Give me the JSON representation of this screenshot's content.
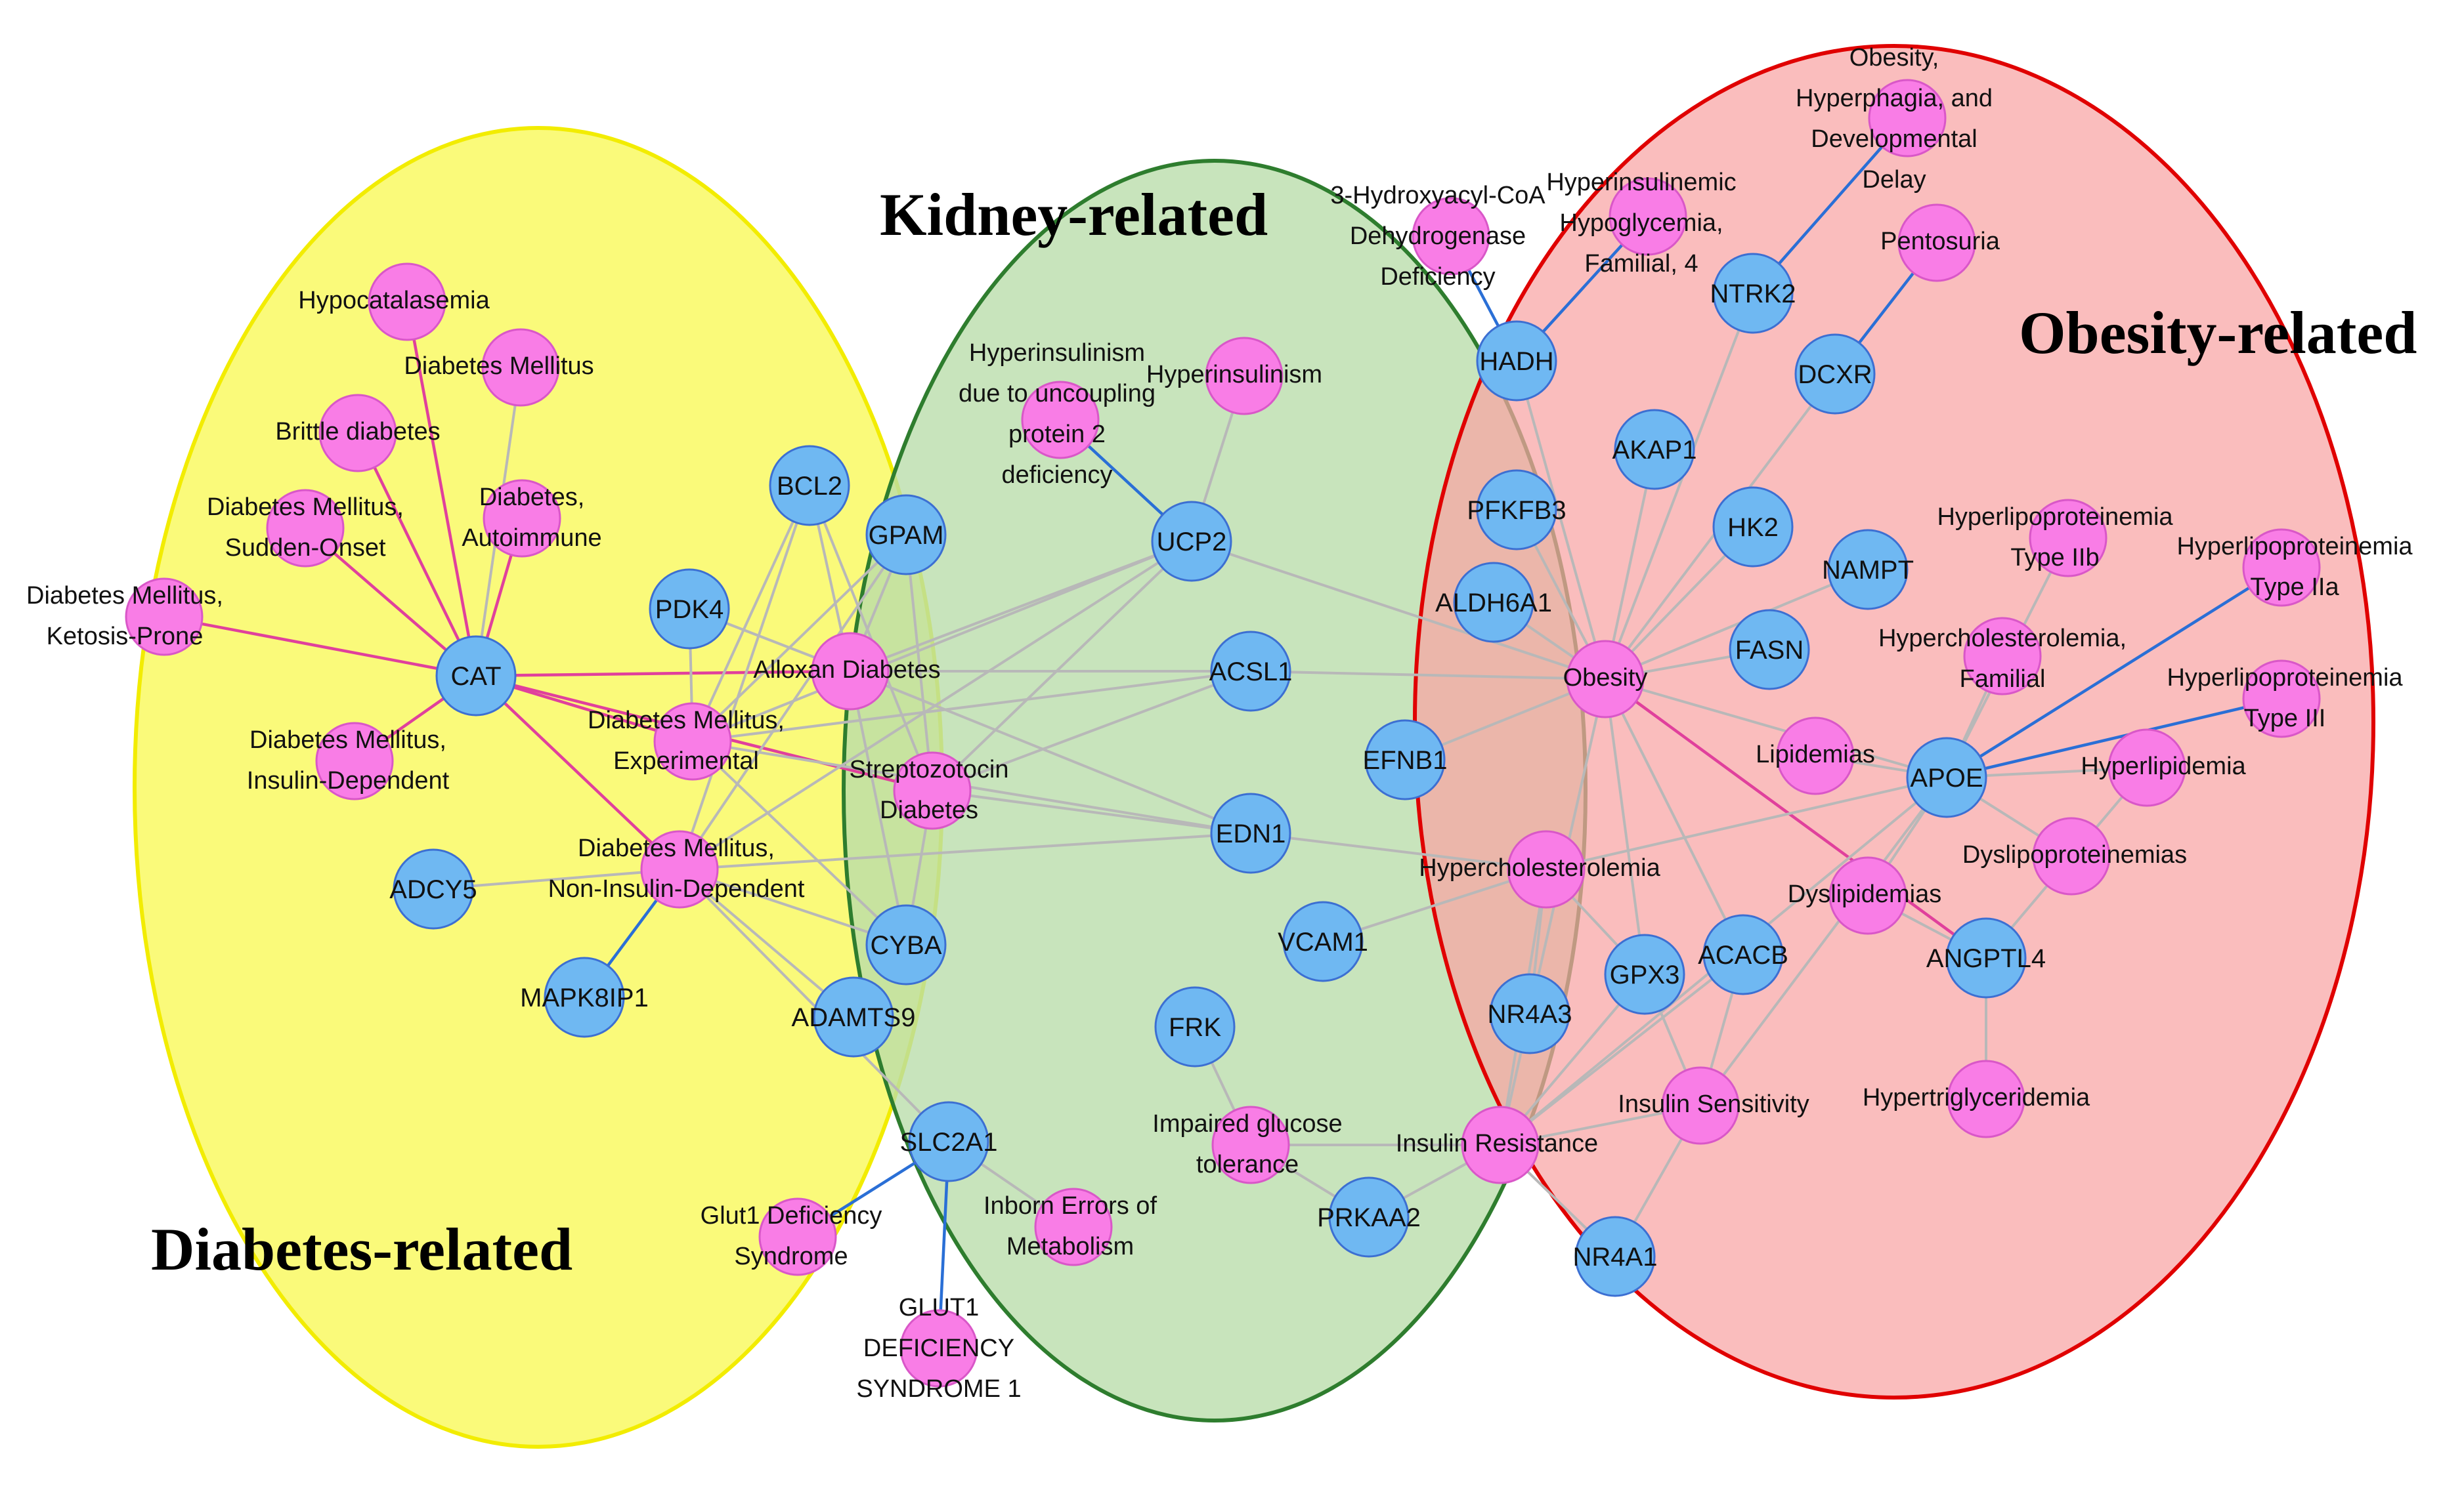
{
  "regions": [
    {
      "id": "diabetes",
      "label": "Diabetes-related",
      "fill": "#fafa7a",
      "stroke": "#f2ec00"
    },
    {
      "id": "kidney",
      "label": "Kidney-related",
      "fill": "#b9dca9",
      "stroke": "#2e7d2e"
    },
    {
      "id": "obesity",
      "label": "Obesity-related",
      "fill": "#f8a3a3",
      "stroke": "#e00000"
    }
  ],
  "colors": {
    "disease_node": "#f97de6",
    "disease_node_stroke": "#d957c8",
    "gene_node": "#6fb8f2",
    "gene_node_stroke": "#3c6fd2",
    "edge_default": "#b8b8b8",
    "edge_pink": "#e0409c",
    "edge_blue": "#2a6fd6"
  },
  "nodes": [
    {
      "id": "hypocat",
      "type": "disease",
      "lines": [
        "Hypocatalasemia"
      ]
    },
    {
      "id": "dm",
      "type": "disease",
      "lines": [
        "Diabetes Mellitus"
      ]
    },
    {
      "id": "brittle",
      "type": "disease",
      "lines": [
        "Brittle diabetes"
      ]
    },
    {
      "id": "dmsudden",
      "type": "disease",
      "lines": [
        "Diabetes Mellitus,",
        "Sudden-Onset"
      ]
    },
    {
      "id": "dauto",
      "type": "disease",
      "lines": [
        "Diabetes,",
        "Autoimmune"
      ]
    },
    {
      "id": "dmketo",
      "type": "disease",
      "lines": [
        "Diabetes Mellitus,",
        "Ketosis-Prone"
      ]
    },
    {
      "id": "dmid",
      "type": "disease",
      "lines": [
        "Diabetes Mellitus,",
        "Insulin-Dependent"
      ]
    },
    {
      "id": "dmexp",
      "type": "disease",
      "lines": [
        "Diabetes Mellitus,",
        "Experimental"
      ]
    },
    {
      "id": "dmnid",
      "type": "disease",
      "lines": [
        "Diabetes Mellitus,",
        "Non-Insulin-Dependent"
      ]
    },
    {
      "id": "alloxan",
      "type": "disease",
      "lines": [
        "Alloxan Diabetes"
      ]
    },
    {
      "id": "strep",
      "type": "disease",
      "lines": [
        "Streptozotocin",
        "Diabetes"
      ]
    },
    {
      "id": "hyperucp",
      "type": "disease",
      "lines": [
        "Hyperinsulinism",
        "due to uncoupling",
        "protein 2",
        "deficiency"
      ]
    },
    {
      "id": "hyperins",
      "type": "disease",
      "lines": [
        "Hyperinsulinism"
      ]
    },
    {
      "id": "glut1def",
      "type": "disease",
      "lines": [
        "Glut1 Deficiency",
        "Syndrome"
      ]
    },
    {
      "id": "glut1ds1",
      "type": "disease",
      "lines": [
        "GLUT1",
        "DEFICIENCY",
        "SYNDROME 1"
      ]
    },
    {
      "id": "inborn",
      "type": "disease",
      "lines": [
        "Inborn Errors of",
        "Metabolism"
      ]
    },
    {
      "id": "igt",
      "type": "disease",
      "lines": [
        "Impaired glucose",
        "tolerance"
      ]
    },
    {
      "id": "hadhdef",
      "type": "disease",
      "lines": [
        "3-Hydroxyacyl-CoA",
        "Dehydrogenase",
        "Deficiency"
      ]
    },
    {
      "id": "hhf4",
      "type": "disease",
      "lines": [
        "Hyperinsulinemic",
        "Hypoglycemia,",
        "Familial, 4"
      ]
    },
    {
      "id": "ohdd",
      "type": "disease",
      "lines": [
        "Obesity,",
        "Hyperphagia, and",
        "Developmental",
        "Delay"
      ]
    },
    {
      "id": "pentos",
      "type": "disease",
      "lines": [
        "Pentosuria"
      ]
    },
    {
      "id": "obesity",
      "type": "disease",
      "lines": [
        "Obesity"
      ]
    },
    {
      "id": "lipid",
      "type": "disease",
      "lines": [
        "Lipidemias"
      ]
    },
    {
      "id": "hyperchol",
      "type": "disease",
      "lines": [
        "Hypercholesterolemia"
      ]
    },
    {
      "id": "hcfam",
      "type": "disease",
      "lines": [
        "Hypercholesterolemia,",
        "Familial"
      ]
    },
    {
      "id": "hl2b",
      "type": "disease",
      "lines": [
        "Hyperlipoproteinemia",
        "Type IIb"
      ]
    },
    {
      "id": "hl2a",
      "type": "disease",
      "lines": [
        "Hyperlipoproteinemia",
        "Type IIa"
      ]
    },
    {
      "id": "hl3",
      "type": "disease",
      "lines": [
        "Hyperlipoproteinemia",
        "Type III"
      ]
    },
    {
      "id": "hyperlip",
      "type": "disease",
      "lines": [
        "Hyperlipidemia"
      ]
    },
    {
      "id": "dyslipo",
      "type": "disease",
      "lines": [
        "Dyslipoproteinemias"
      ]
    },
    {
      "id": "dyslip",
      "type": "disease",
      "lines": [
        "Dyslipidemias"
      ]
    },
    {
      "id": "hypertg",
      "type": "disease",
      "lines": [
        "Hypertriglyceridemia"
      ]
    },
    {
      "id": "inssens",
      "type": "disease",
      "lines": [
        "Insulin Sensitivity"
      ]
    },
    {
      "id": "insres",
      "type": "disease",
      "lines": [
        "Insulin Resistance"
      ]
    },
    {
      "id": "CAT",
      "type": "gene",
      "lines": [
        "CAT"
      ]
    },
    {
      "id": "PDK4",
      "type": "gene",
      "lines": [
        "PDK4"
      ]
    },
    {
      "id": "BCL2",
      "type": "gene",
      "lines": [
        "BCL2"
      ]
    },
    {
      "id": "GPAM",
      "type": "gene",
      "lines": [
        "GPAM"
      ]
    },
    {
      "id": "ADCY5",
      "type": "gene",
      "lines": [
        "ADCY5"
      ]
    },
    {
      "id": "MAPK8IP1",
      "type": "gene",
      "lines": [
        "MAPK8IP1"
      ]
    },
    {
      "id": "CYBA",
      "type": "gene",
      "lines": [
        "CYBA"
      ]
    },
    {
      "id": "ADAMTS9",
      "type": "gene",
      "lines": [
        "ADAMTS9"
      ]
    },
    {
      "id": "SLC2A1",
      "type": "gene",
      "lines": [
        "SLC2A1"
      ]
    },
    {
      "id": "UCP2",
      "type": "gene",
      "lines": [
        "UCP2"
      ]
    },
    {
      "id": "ACSL1",
      "type": "gene",
      "lines": [
        "ACSL1"
      ]
    },
    {
      "id": "EDN1",
      "type": "gene",
      "lines": [
        "EDN1"
      ]
    },
    {
      "id": "VCAM1",
      "type": "gene",
      "lines": [
        "VCAM1"
      ]
    },
    {
      "id": "FRK",
      "type": "gene",
      "lines": [
        "FRK"
      ]
    },
    {
      "id": "PRKAA2",
      "type": "gene",
      "lines": [
        "PRKAA2"
      ]
    },
    {
      "id": "HADH",
      "type": "gene",
      "lines": [
        "HADH"
      ]
    },
    {
      "id": "NTRK2",
      "type": "gene",
      "lines": [
        "NTRK2"
      ]
    },
    {
      "id": "DCXR",
      "type": "gene",
      "lines": [
        "DCXR"
      ]
    },
    {
      "id": "AKAP1",
      "type": "gene",
      "lines": [
        "AKAP1"
      ]
    },
    {
      "id": "PFKFB3",
      "type": "gene",
      "lines": [
        "PFKFB3"
      ]
    },
    {
      "id": "HK2",
      "type": "gene",
      "lines": [
        "HK2"
      ]
    },
    {
      "id": "NAMPT",
      "type": "gene",
      "lines": [
        "NAMPT"
      ]
    },
    {
      "id": "ALDH6A1",
      "type": "gene",
      "lines": [
        "ALDH6A1"
      ]
    },
    {
      "id": "FASN",
      "type": "gene",
      "lines": [
        "FASN"
      ]
    },
    {
      "id": "EFNB1",
      "type": "gene",
      "lines": [
        "EFNB1"
      ]
    },
    {
      "id": "APOE",
      "type": "gene",
      "lines": [
        "APOE"
      ]
    },
    {
      "id": "NR4A3",
      "type": "gene",
      "lines": [
        "NR4A3"
      ]
    },
    {
      "id": "GPX3",
      "type": "gene",
      "lines": [
        "GPX3"
      ]
    },
    {
      "id": "ACACB",
      "type": "gene",
      "lines": [
        "ACACB"
      ]
    },
    {
      "id": "ANGPTL4",
      "type": "gene",
      "lines": [
        "ANGPTL4"
      ]
    },
    {
      "id": "NR4A1",
      "type": "gene",
      "lines": [
        "NR4A1"
      ]
    }
  ],
  "edges": [
    [
      "CAT",
      "hypocat",
      "pink"
    ],
    [
      "CAT",
      "dm",
      "gray"
    ],
    [
      "CAT",
      "brittle",
      "pink"
    ],
    [
      "CAT",
      "dmsudden",
      "pink"
    ],
    [
      "CAT",
      "dauto",
      "pink"
    ],
    [
      "CAT",
      "dmketo",
      "pink"
    ],
    [
      "CAT",
      "dmid",
      "pink"
    ],
    [
      "CAT",
      "dmexp",
      "pink"
    ],
    [
      "CAT",
      "dmnid",
      "pink"
    ],
    [
      "CAT",
      "alloxan",
      "pink"
    ],
    [
      "CAT",
      "strep",
      "pink"
    ],
    [
      "MAPK8IP1",
      "dmnid",
      "blue"
    ],
    [
      "ADCY5",
      "dmnid",
      "gray"
    ],
    [
      "BCL2",
      "dmnid",
      "gray"
    ],
    [
      "GPAM",
      "dmnid",
      "gray"
    ],
    [
      "CYBA",
      "dmnid",
      "gray"
    ],
    [
      "ADAMTS9",
      "dmnid",
      "gray"
    ],
    [
      "EDN1",
      "dmnid",
      "gray"
    ],
    [
      "UCP2",
      "dmnid",
      "gray"
    ],
    [
      "PDK4",
      "dmexp",
      "gray"
    ],
    [
      "BCL2",
      "dmexp",
      "gray"
    ],
    [
      "GPAM",
      "dmexp",
      "gray"
    ],
    [
      "CYBA",
      "dmexp",
      "gray"
    ],
    [
      "UCP2",
      "dmexp",
      "gray"
    ],
    [
      "ACSL1",
      "dmexp",
      "gray"
    ],
    [
      "EDN1",
      "dmexp",
      "gray"
    ],
    [
      "PDK4",
      "alloxan",
      "gray"
    ],
    [
      "BCL2",
      "alloxan",
      "gray"
    ],
    [
      "GPAM",
      "alloxan",
      "gray"
    ],
    [
      "UCP2",
      "alloxan",
      "gray"
    ],
    [
      "ACSL1",
      "alloxan",
      "gray"
    ],
    [
      "CYBA",
      "alloxan",
      "gray"
    ],
    [
      "EDN1",
      "alloxan",
      "gray"
    ],
    [
      "BCL2",
      "strep",
      "gray"
    ],
    [
      "GPAM",
      "strep",
      "gray"
    ],
    [
      "CYBA",
      "strep",
      "gray"
    ],
    [
      "UCP2",
      "strep",
      "gray"
    ],
    [
      "EDN1",
      "strep",
      "gray"
    ],
    [
      "ACSL1",
      "strep",
      "gray"
    ],
    [
      "UCP2",
      "hyperucp",
      "blue"
    ],
    [
      "UCP2",
      "hyperins",
      "gray"
    ],
    [
      "UCP2",
      "obesity",
      "gray"
    ],
    [
      "SLC2A1",
      "glut1def",
      "blue"
    ],
    [
      "SLC2A1",
      "glut1ds1",
      "blue"
    ],
    [
      "SLC2A1",
      "inborn",
      "gray"
    ],
    [
      "SLC2A1",
      "dmnid",
      "gray"
    ],
    [
      "ACSL1",
      "obesity",
      "gray"
    ],
    [
      "EDN1",
      "hyperchol",
      "gray"
    ],
    [
      "HADH",
      "hadhdef",
      "blue"
    ],
    [
      "HADH",
      "hhf4",
      "blue"
    ],
    [
      "NTRK2",
      "ohdd",
      "blue"
    ],
    [
      "DCXR",
      "pentos",
      "blue"
    ],
    [
      "HADH",
      "obesity",
      "gray"
    ],
    [
      "NTRK2",
      "obesity",
      "gray"
    ],
    [
      "AKAP1",
      "obesity",
      "gray"
    ],
    [
      "PFKFB3",
      "obesity",
      "gray"
    ],
    [
      "HK2",
      "obesity",
      "gray"
    ],
    [
      "NAMPT",
      "obesity",
      "gray"
    ],
    [
      "ALDH6A1",
      "obesity",
      "gray"
    ],
    [
      "FASN",
      "obesity",
      "gray"
    ],
    [
      "EFNB1",
      "obesity",
      "gray"
    ],
    [
      "APOE",
      "obesity",
      "gray"
    ],
    [
      "GPX3",
      "obesity",
      "gray"
    ],
    [
      "ACACB",
      "obesity",
      "gray"
    ],
    [
      "obesity",
      "ANGPTL4",
      "pink"
    ],
    [
      "NR4A3",
      "obesity",
      "gray"
    ],
    [
      "DCXR",
      "obesity",
      "gray"
    ],
    [
      "APOE",
      "hl2a",
      "blue"
    ],
    [
      "APOE",
      "hl3",
      "blue"
    ],
    [
      "APOE",
      "hyperlip",
      "gray"
    ],
    [
      "APOE",
      "lipid",
      "gray"
    ],
    [
      "APOE",
      "hcfam",
      "gray"
    ],
    [
      "APOE",
      "hl2b",
      "gray"
    ],
    [
      "APOE",
      "dyslipo",
      "gray"
    ],
    [
      "APOE",
      "dyslip",
      "gray"
    ],
    [
      "APOE",
      "hyperchol",
      "gray"
    ],
    [
      "APOE",
      "insres",
      "gray"
    ],
    [
      "ANGPTL4",
      "dyslip",
      "gray"
    ],
    [
      "ANGPTL4",
      "hypertg",
      "gray"
    ],
    [
      "ANGPTL4",
      "hyperlip",
      "gray"
    ],
    [
      "insres",
      "NR4A3",
      "gray"
    ],
    [
      "insres",
      "GPX3",
      "gray"
    ],
    [
      "insres",
      "ACACB",
      "gray"
    ],
    [
      "insres",
      "PRKAA2",
      "gray"
    ],
    [
      "insres",
      "NR4A1",
      "gray"
    ],
    [
      "insres",
      "hyperchol",
      "gray"
    ],
    [
      "insres",
      "igt",
      "gray"
    ],
    [
      "insres",
      "inssens",
      "gray"
    ],
    [
      "inssens",
      "GPX3",
      "gray"
    ],
    [
      "inssens",
      "ACACB",
      "gray"
    ],
    [
      "inssens",
      "NR4A1",
      "gray"
    ],
    [
      "inssens",
      "APOE",
      "gray"
    ],
    [
      "PRKAA2",
      "igt",
      "gray"
    ],
    [
      "FRK",
      "igt",
      "gray"
    ],
    [
      "NR4A3",
      "hyperchol",
      "gray"
    ],
    [
      "GPX3",
      "hyperchol",
      "gray"
    ],
    [
      "VCAM1",
      "hyperchol",
      "gray"
    ]
  ]
}
